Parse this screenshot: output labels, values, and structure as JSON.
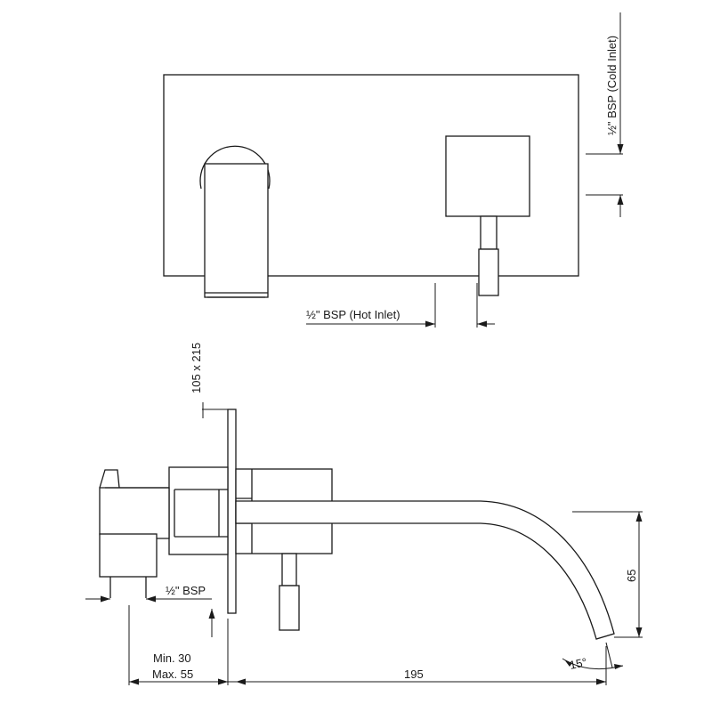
{
  "labels": {
    "cold_inlet": "½\" BSP (Cold Inlet)",
    "hot_inlet": "½\" BSP (Hot Inlet)",
    "plate_size": "105 x 215",
    "side_inlet": "½\" BSP",
    "min_depth": "Min. 30",
    "max_depth": "Max. 55",
    "spout_length": "195",
    "spout_height": "65",
    "spout_angle": "15°"
  }
}
